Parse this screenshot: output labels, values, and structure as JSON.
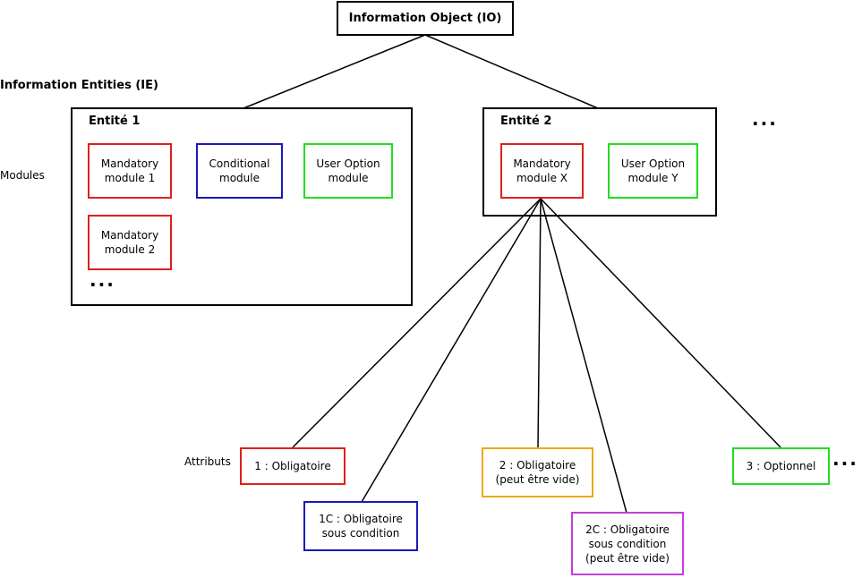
{
  "io": {
    "title": "Information Object (IO)"
  },
  "labels": {
    "information_entities": "Information Entities (IE)",
    "modules": "Modules",
    "attributs": "Attributs"
  },
  "entity1": {
    "title": "Entité 1",
    "mandatory1": "Mandatory\nmodule 1",
    "conditional": "Conditional\nmodule",
    "user_option": "User Option\nmodule",
    "mandatory2": "Mandatory\nmodule 2",
    "ellipsis": "..."
  },
  "entity2": {
    "title": "Entité 2",
    "mandatory_x": "Mandatory\nmodule X",
    "user_option_y": "User Option\nmodule Y"
  },
  "entities_ellipsis": "...",
  "attributes": {
    "a1": "1 : Obligatoire",
    "a1c": "1C : Obligatoire\nsous condition",
    "a2": "2 : Obligatoire\n(peut être vide)",
    "a2c": "2C : Obligatoire\nsous condition\n(peut être vide)",
    "a3": "3 : Optionnel",
    "ellipsis": "..."
  },
  "colors": {
    "mandatory": "#dd2020",
    "conditional": "#1a1ab8",
    "user_option": "#22dd22",
    "type2": "#f0a818",
    "type2c": "#c040d8",
    "line": "#000000"
  }
}
